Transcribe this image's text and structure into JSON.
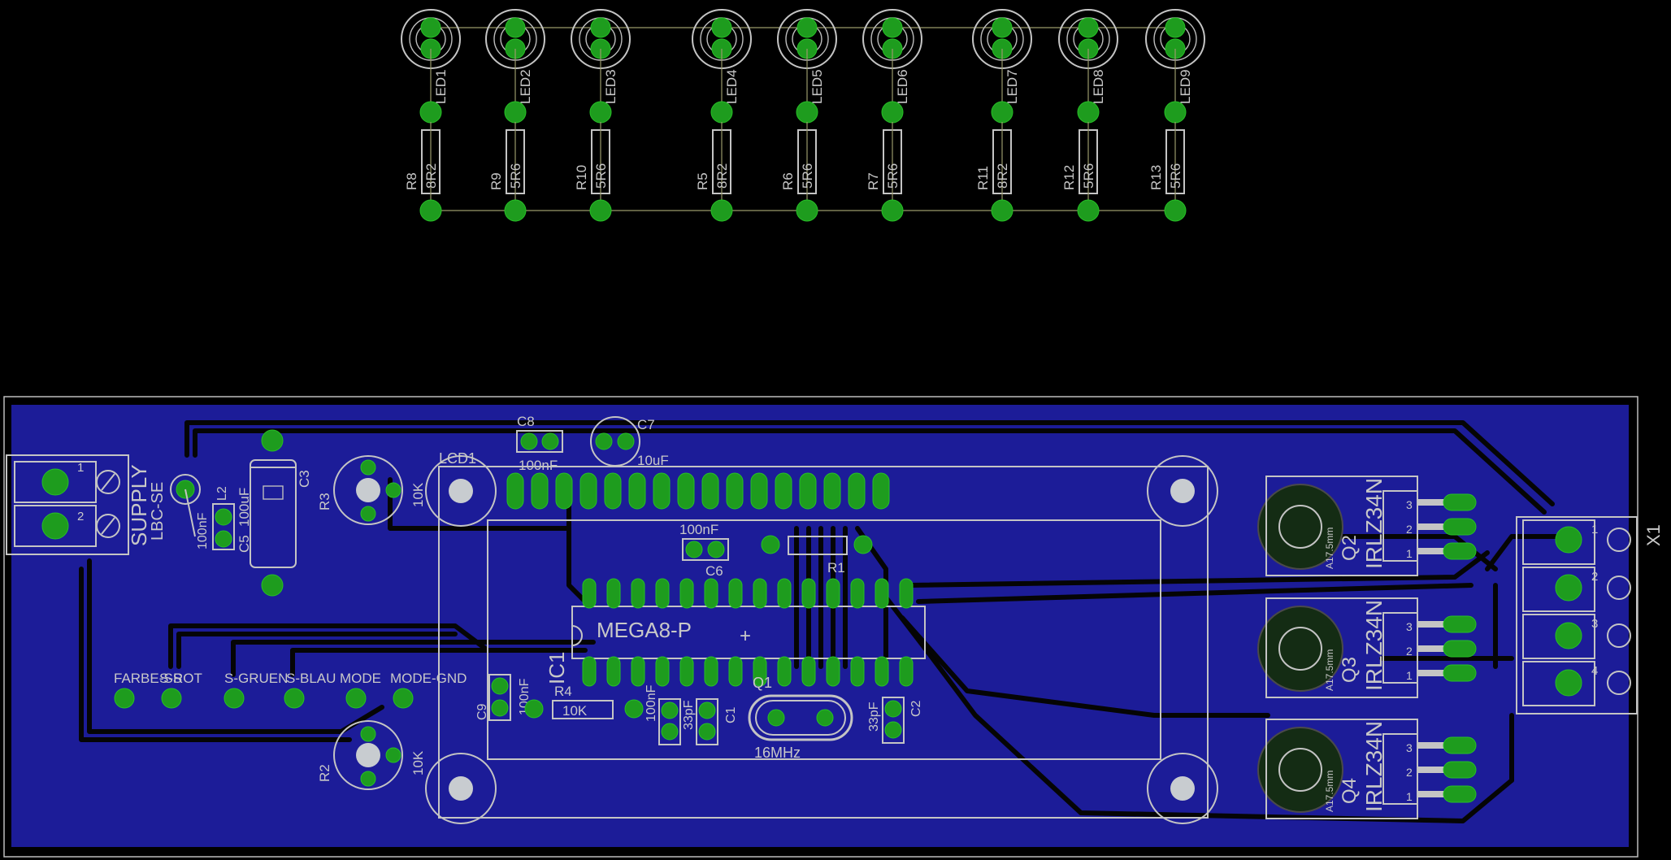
{
  "leds": [
    "LED1",
    "LED2",
    "LED3",
    "LED4",
    "LED5",
    "LED6",
    "LED7",
    "LED8",
    "LED9"
  ],
  "resistors_top": [
    {
      "ref": "R8",
      "val": "8R2"
    },
    {
      "ref": "R9",
      "val": "5R6"
    },
    {
      "ref": "R10",
      "val": "5R6"
    },
    {
      "ref": "R5",
      "val": "8R2"
    },
    {
      "ref": "R6",
      "val": "5R6"
    },
    {
      "ref": "R7",
      "val": "5R6"
    },
    {
      "ref": "R11",
      "val": "8R2"
    },
    {
      "ref": "R12",
      "val": "5R6"
    },
    {
      "ref": "R13",
      "val": "5R6"
    }
  ],
  "supply": {
    "name": "SUPPLY",
    "sub": "LBC-SE",
    "pin1": "1",
    "pin2": "2"
  },
  "x1": {
    "name": "X1",
    "pins": [
      "1",
      "2",
      "3",
      "4"
    ]
  },
  "parts": {
    "c8": "C8",
    "c8_val": "100nF",
    "c7": "C7",
    "c7_val": "10uF",
    "lcd1": "LCD1",
    "c3": "C3",
    "c5": "C5",
    "c5_val": "100uF",
    "l2": "L2",
    "c4_val": "100nF",
    "r3": "R3",
    "r3_val": "10K",
    "r2": "R2",
    "r2_val": "10K",
    "c6": "C6",
    "c6_val": "100nF",
    "r1": "R1",
    "ic1": "IC1",
    "ic1_val": "MEGA8-P",
    "c9": "C9",
    "c9_val": "100nF",
    "r4": "R4",
    "r4_val": "10K",
    "q1": "Q1",
    "q1_val": "16MHz",
    "c100": "100nF",
    "c33a": "33pF",
    "c1": "C1",
    "c2": "C2",
    "c33b": "33pF"
  },
  "mosfets": [
    {
      "ref": "Q2",
      "val": "IRLZ34N",
      "heat": "A17.5mm"
    },
    {
      "ref": "Q3",
      "val": "IRLZ34N",
      "heat": "A17.5mm"
    },
    {
      "ref": "Q4",
      "val": "IRLZ34N",
      "heat": "A17.5mm"
    }
  ],
  "pin_nums": [
    "3",
    "2",
    "1"
  ],
  "headers": [
    "FARBE-SS",
    "S-ROT",
    "S-GRUEN",
    "S-BLAU",
    "MODE",
    "MODE-GND"
  ],
  "colors": {
    "board": "#1c1c98",
    "pad": "#1e9c1e",
    "silk": "#c4c4c4"
  }
}
